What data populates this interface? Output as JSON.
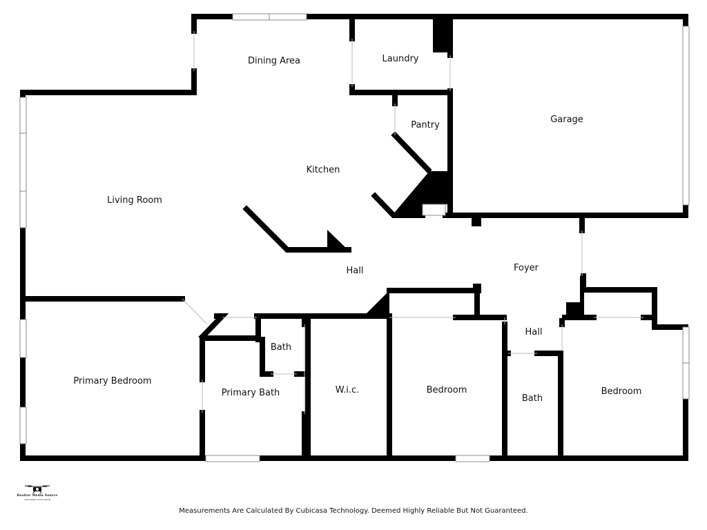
{
  "floorplan": {
    "rooms": [
      {
        "id": "dining-area",
        "label": "Dining Area"
      },
      {
        "id": "laundry",
        "label": "Laundry"
      },
      {
        "id": "garage",
        "label": "Garage"
      },
      {
        "id": "pantry",
        "label": "Pantry"
      },
      {
        "id": "kitchen",
        "label": "Kitchen"
      },
      {
        "id": "living-room",
        "label": "Living Room"
      },
      {
        "id": "hall-main",
        "label": "Hall"
      },
      {
        "id": "foyer",
        "label": "Foyer"
      },
      {
        "id": "hall-small",
        "label": "Hall"
      },
      {
        "id": "bath-primary-wc",
        "label": "Bath"
      },
      {
        "id": "primary-bedroom",
        "label": "Primary Bedroom"
      },
      {
        "id": "primary-bath",
        "label": "Primary Bath"
      },
      {
        "id": "wic",
        "label": "W.i.c."
      },
      {
        "id": "bedroom-center",
        "label": "Bedroom"
      },
      {
        "id": "bath-hall",
        "label": "Bath"
      },
      {
        "id": "bedroom-right",
        "label": "Bedroom"
      }
    ]
  },
  "logo": {
    "name": "Realtor Media Source",
    "tagline": "CAPTURING YOUR VISION",
    "icon": "drone-camera-icon"
  },
  "footer": {
    "disclaimer": "Measurements Are Calculated By Cubicasa Technology. Deemed Highly Reliable But Not Guaranteed."
  },
  "colors": {
    "wall": "#000000",
    "background": "#ffffff",
    "window": "#9a9a9a"
  }
}
